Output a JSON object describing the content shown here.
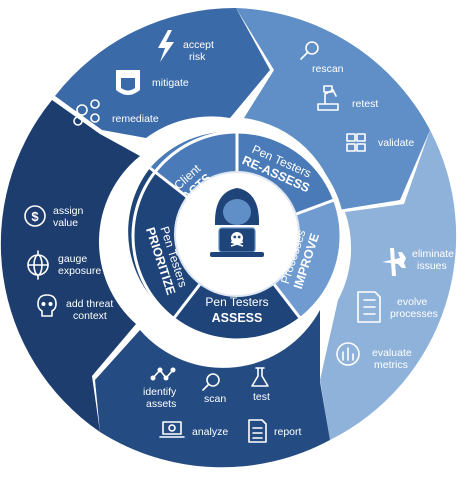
{
  "segments": {
    "top": {
      "items": [
        "accept risk",
        "mitigate",
        "remediate"
      ],
      "lines": {
        "accept": "accept",
        "risk": "risk"
      }
    },
    "right_top": {
      "items": [
        "rescan",
        "retest",
        "validate"
      ]
    },
    "right_bottom": {
      "items": [
        "eliminate issues",
        "evolve processes",
        "evaluate metrics"
      ],
      "lines": {
        "eliminate": "eliminate",
        "issues": "issues",
        "evolve": "evolve",
        "processes": "processes",
        "evaluate": "evaluate",
        "metrics": "metrics"
      }
    },
    "bottom": {
      "items": [
        "identify assets",
        "scan",
        "test",
        "analyze",
        "report"
      ],
      "lines": {
        "identify": "identify",
        "assets": "assets"
      }
    },
    "left": {
      "items": [
        "assign value",
        "gauge exposure",
        "add threat context"
      ],
      "lines": {
        "assign": "assign",
        "value": "value",
        "gauge": "gauge",
        "exposure": "exposure",
        "add_threat": "add threat",
        "context": "context"
      }
    }
  },
  "ring": {
    "acts": {
      "line1": "Client",
      "line2": "ACTS"
    },
    "reassess": {
      "line1": "Pen Testers",
      "line2": "RE-ASSESS"
    },
    "improve": {
      "line1": "Processes",
      "line2": "IMPROVE"
    },
    "assess": {
      "line1": "Pen Testers",
      "line2": "ASSESS"
    },
    "prioritize": {
      "line1": "Pen Testers",
      "line2": "PRIORITIZE"
    }
  },
  "colors": {
    "outer_top": "#3b6aa8",
    "outer_right_top": "#5f8fc6",
    "outer_right_bottom": "#8fb2da",
    "outer_bottom": "#244b82",
    "outer_left": "#1c3d6e",
    "ring_light": "#6f9bd0",
    "ring_mid": "#4a7bb8",
    "ring_dark": "#1f4479",
    "center": "#ffffff",
    "hacker": "#1f4479"
  },
  "icons": [
    "lightning-icon",
    "shield-icon",
    "gears-icon",
    "magnifier-icon",
    "robot-arm-icon",
    "checklist-icon",
    "airplane-icon",
    "document-checklist-icon",
    "gauge-chart-icon",
    "nodes-icon",
    "magnifier-icon",
    "flask-icon",
    "laptop-magnifier-icon",
    "report-icon",
    "dollar-icon",
    "globe-target-icon",
    "skull-icon",
    "hacker-icon"
  ]
}
